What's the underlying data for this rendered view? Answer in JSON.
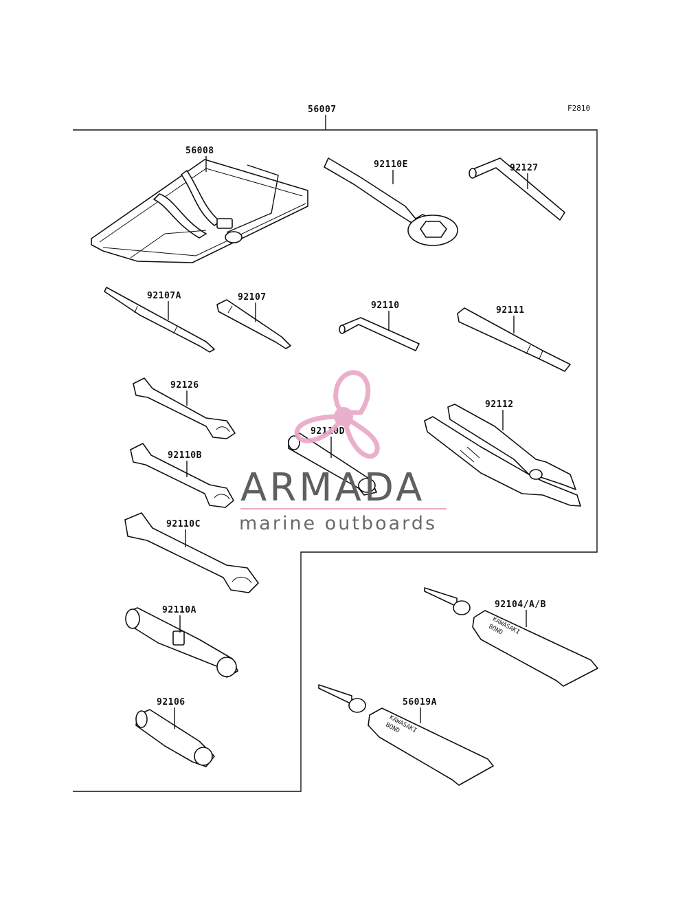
{
  "figure_code": "F2810",
  "parts": {
    "kit": "56007",
    "case": "56008",
    "wrench_e": "92110E",
    "hex_key_l": "92127",
    "driver_a": "92107A",
    "driver": "92107",
    "hex_key_s": "92110",
    "handle": "92111",
    "spanner_1": "92126",
    "spanner_b": "92110B",
    "spanner_c": "92110C",
    "plug_wrench": "92110D",
    "pliers": "92112",
    "socket_a": "92110A",
    "socket": "92106",
    "bond_1": "92104/A/B",
    "bond_2": "56019A"
  },
  "tube_text": {
    "line1": "KAWASAKI",
    "line2": "BOND"
  },
  "watermark": {
    "brand": "ARMADA",
    "tagline": "marine outboards",
    "color_pink": "#e8a8c6",
    "color_gray": "#5f5f5f"
  }
}
